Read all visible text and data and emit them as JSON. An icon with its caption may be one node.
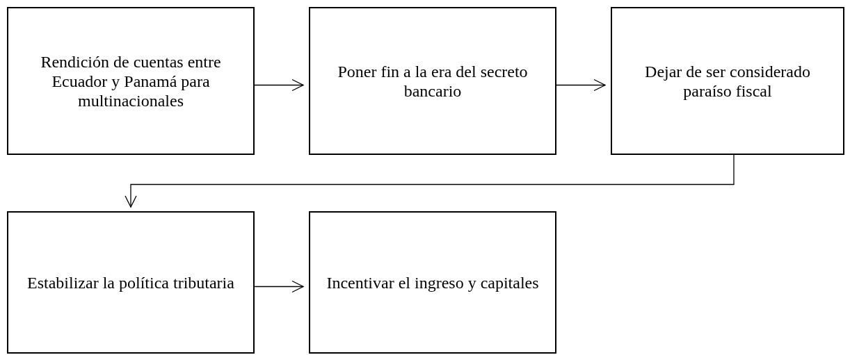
{
  "diagram": {
    "nodes": [
      {
        "text": [
          "Rendición de cuentas entre Ecuador y Panamá para multinacionales"
        ]
      },
      {
        "text": [
          "Poner fin a la era del secreto bancario"
        ]
      },
      {
        "text": [
          "Dejar de ser considerado paraíso fiscal"
        ]
      },
      {
        "text": [
          "Estabilizar la política tributaria"
        ]
      },
      {
        "text": [
          "Incentivar el ingreso y capitales"
        ]
      }
    ],
    "edges": [
      {
        "from": 0,
        "to": 1,
        "arrow": "to"
      },
      {
        "from": 1,
        "to": 2,
        "arrow": "to"
      },
      {
        "from": 2,
        "to": 3,
        "arrow": "to"
      },
      {
        "from": 3,
        "to": 4,
        "arrow": "to"
      }
    ]
  }
}
